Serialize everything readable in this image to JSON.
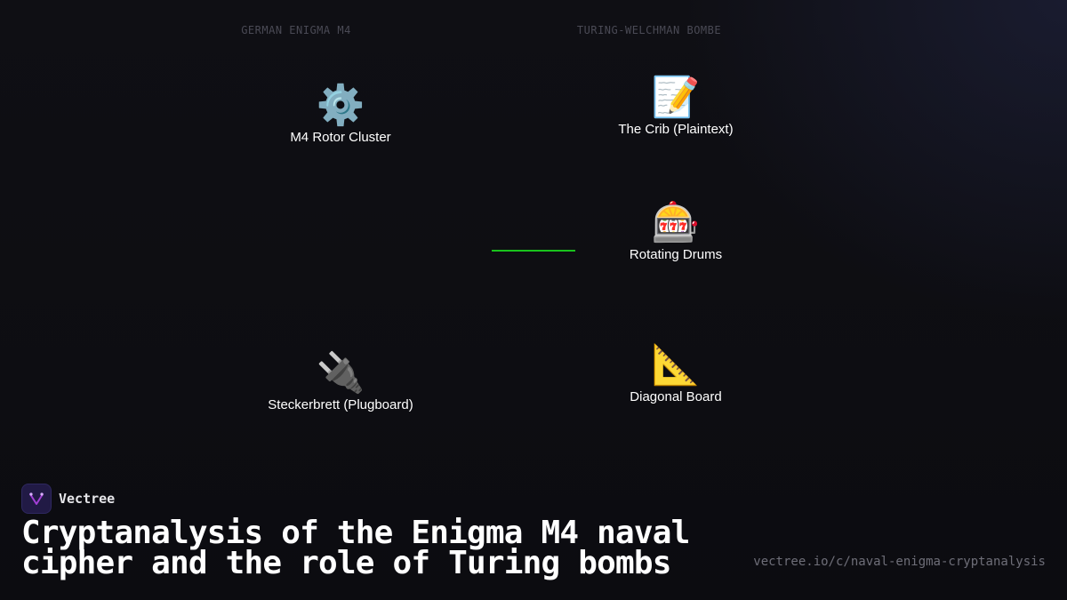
{
  "columns": {
    "left": "GERMAN ENIGMA M4",
    "right": "TURING-WELCHMAN BOMBE"
  },
  "nodes": {
    "rotor": {
      "icon": "⚙️",
      "icon_name": "gear-icon",
      "label": "M4 Rotor Cluster"
    },
    "plugboard": {
      "icon": "🔌",
      "icon_name": "plug-icon",
      "label": "Steckerbrett (Plugboard)"
    },
    "crib": {
      "icon": "📝",
      "icon_name": "memo-icon",
      "label": "The Crib (Plaintext)"
    },
    "drums": {
      "icon": "🎰",
      "icon_name": "slot-machine-icon",
      "label": "Rotating Drums"
    },
    "diagonal": {
      "icon": "📐",
      "icon_name": "triangular-ruler-icon",
      "label": "Diagonal Board"
    }
  },
  "connector_color": "#19c21c",
  "brand": {
    "name": "Vectree",
    "logo_color": "#a23fd6"
  },
  "title": "Cryptanalysis of the Enigma M4 naval cipher and the role of Turing bombs",
  "url": "vectree.io/c/naval-enigma-cryptanalysis"
}
